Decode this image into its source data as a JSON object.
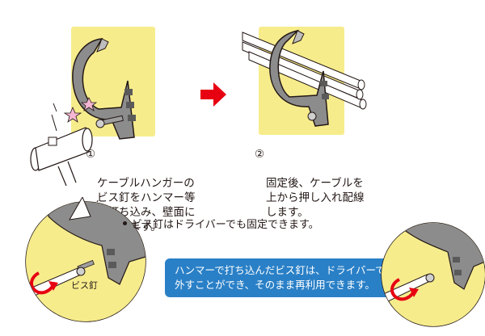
{
  "step1": {
    "number": "①",
    "text": "ケーブルハンガーの\nビス釘をハンマー等\nで打ち込み、壁面に\n固定します。"
  },
  "step2": {
    "number": "②",
    "text": "固定後、ケーブルを\n上から押し入れ配線\nします。"
  },
  "note": {
    "text": "ビス釘はドライバーでも固定できます。"
  },
  "label_screw": "ビス釘",
  "callout": {
    "text": "ハンマーで打ち込んだビス釘は、ドライバーで\n外すことができ、そのまま再利用できます。"
  },
  "colors": {
    "panel": "#f7ec8c",
    "hanger": "#8c8c8c",
    "arrow": "#e60012",
    "callout": "#2a80c7",
    "spark": "#f4b6d2"
  }
}
